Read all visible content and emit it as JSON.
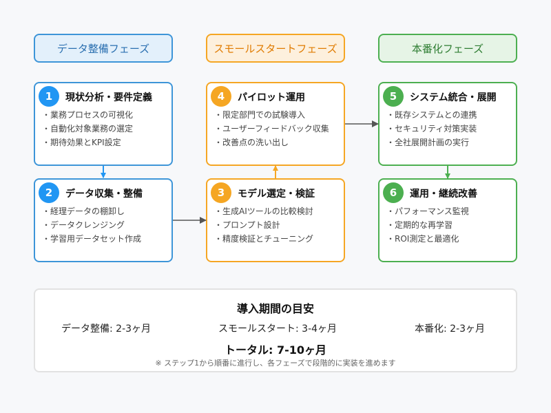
{
  "phases": {
    "data_prep": "データ整備フェーズ",
    "small_start": "スモールスタートフェーズ",
    "production": "本番化フェーズ"
  },
  "steps": [
    {
      "number": "1",
      "title": "現状分析・要件定義",
      "items": [
        "・業務プロセスの可視化",
        "・自動化対象業務の選定",
        "・期待効果とKPI設定"
      ]
    },
    {
      "number": "2",
      "title": "データ収集・整備",
      "items": [
        "・経理データの棚卸し",
        "・データクレンジング",
        "・学習用データセット作成"
      ]
    },
    {
      "number": "3",
      "title": "モデル選定・検証",
      "items": [
        "・生成AIツールの比較検討",
        "・プロンプト設計",
        "・精度検証とチューニング"
      ]
    },
    {
      "number": "4",
      "title": "パイロット運用",
      "items": [
        "・限定部門での試験導入",
        "・ユーザーフィードバック収集",
        "・改善点の洗い出し"
      ]
    },
    {
      "number": "5",
      "title": "システム統合・展開",
      "items": [
        "・既存システムとの連携",
        "・セキュリティ対策実装",
        "・全社展開計画の実行"
      ]
    },
    {
      "number": "6",
      "title": "運用・継続改善",
      "items": [
        "・パフォーマンス監視",
        "・定期的な再学習",
        "・ROI測定と最適化"
      ]
    }
  ],
  "summary": {
    "title": "導入期間の目安",
    "data_prep": "データ整備: 2-3ヶ月",
    "small_start": "スモールスタート: 3-4ヶ月",
    "production": "本番化: 2-3ヶ月",
    "total": "トータル: 7-10ヶ月",
    "note": "※ ステップ1から順番に進行し、各フェーズで段階的に実装を進めます"
  },
  "colors": {
    "blue": "#3d95d8",
    "orange": "#f5a623",
    "green": "#4caf50",
    "arrow_gray": "#555555"
  }
}
